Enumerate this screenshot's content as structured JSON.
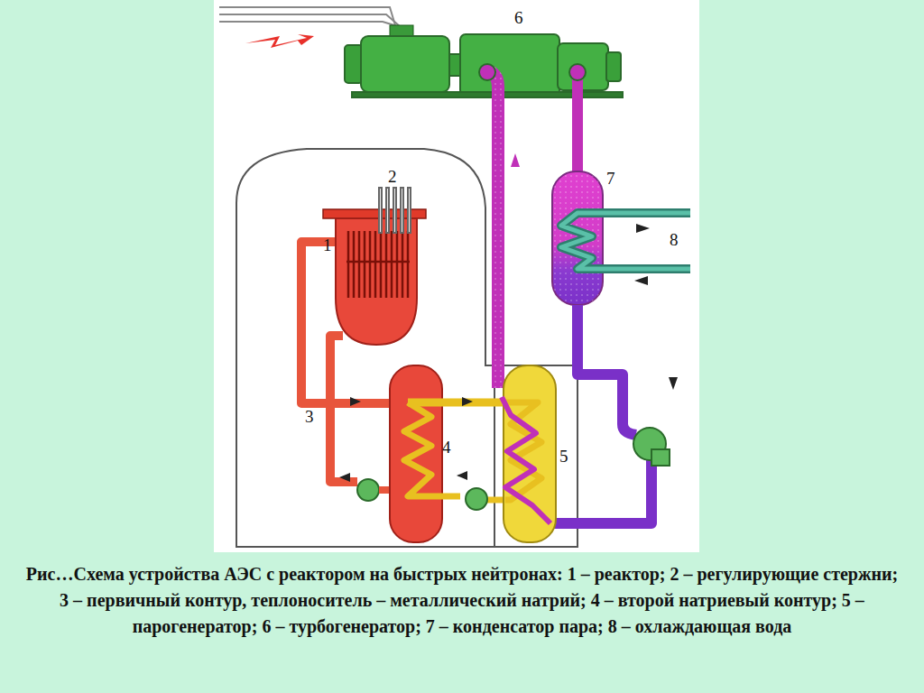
{
  "diagram": {
    "caption": "Рис…Схема устройства АЭС с реактором на быстрых нейтронах: 1 – реактор; 2 – регулирующие стержни; 3 – первичный контур, теплоноситель – металлический натрий; 4 – второй натриевый контур; 5 – парогенератор; 6 – турбогенератор; 7 – конденсатор пара; 8 – охлаждающая вода",
    "labels": [
      "6",
      "2",
      "7",
      "1",
      "8",
      "3",
      "4",
      "5"
    ]
  }
}
